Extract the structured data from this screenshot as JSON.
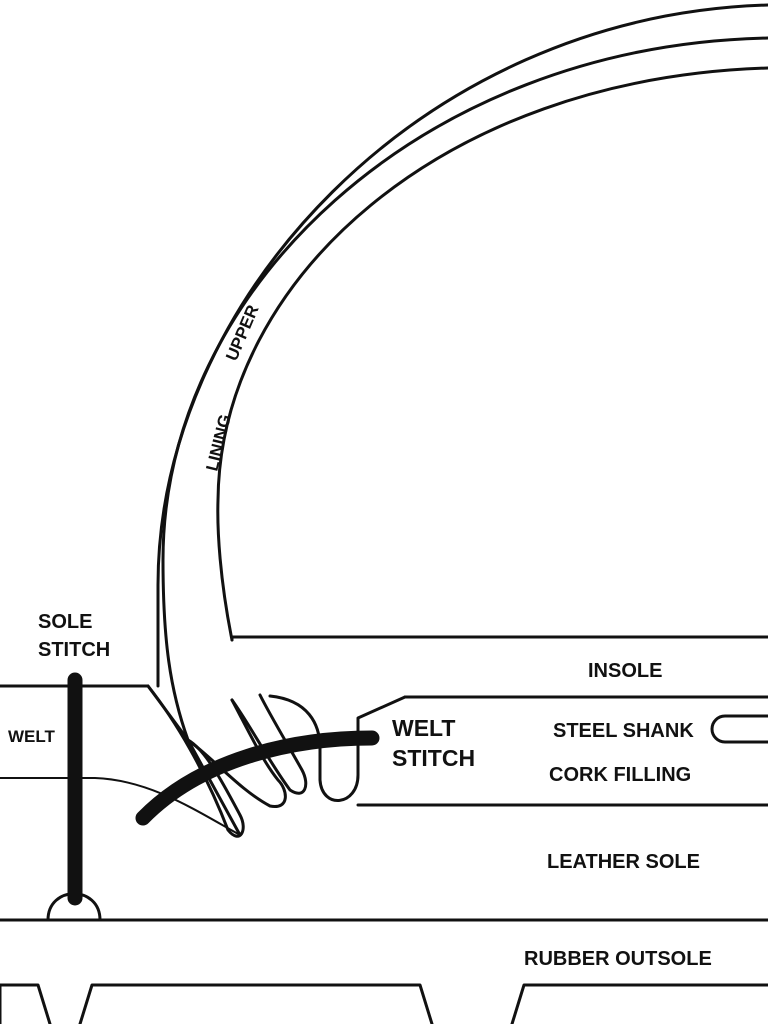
{
  "labels": {
    "upper": "UPPER",
    "lining": "LINING",
    "sole_stitch_line1": "SOLE",
    "sole_stitch_line2": "STITCH",
    "welt": "WELT",
    "insole": "INSOLE",
    "welt_stitch_line1": "WELT",
    "welt_stitch_line2": "STITCH",
    "steel_shank": "STEEL SHANK",
    "cork_filling": "CORK FILLING",
    "leather_sole": "LEATHER SOLE",
    "rubber_outsole": "RUBBER OUTSOLE"
  },
  "colors": {
    "line": "#111111",
    "background": "#ffffff"
  }
}
